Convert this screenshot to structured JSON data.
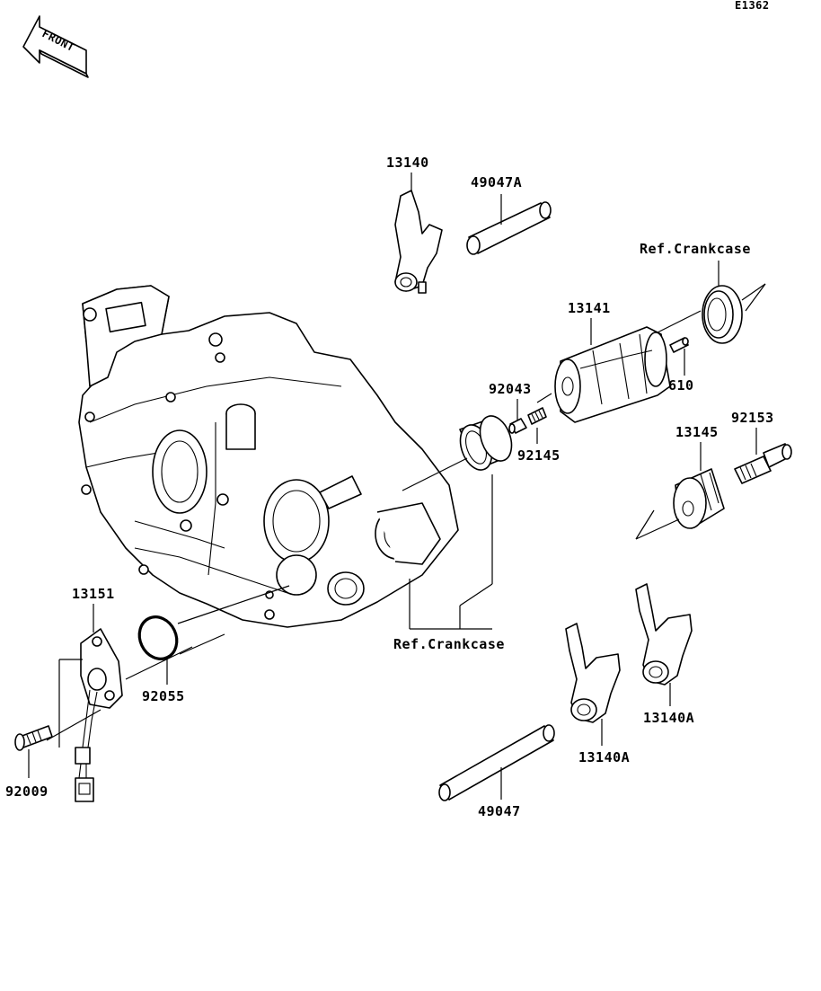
{
  "diagram_id": "E1362",
  "front_label": "FRONT",
  "callouts": {
    "p13140": "13140",
    "p49047A": "49047A",
    "ref_crankcase_top": "Ref.Crankcase",
    "p13141": "13141",
    "p92043": "92043",
    "p610": "610",
    "p92145": "92145",
    "p92153": "92153",
    "p13145": "13145",
    "p13151": "13151",
    "p92055": "92055",
    "ref_crankcase_bottom": "Ref.Crankcase",
    "p92009": "92009",
    "p13140A_right": "13140A",
    "p13140A_left": "13140A",
    "p49047": "49047"
  }
}
